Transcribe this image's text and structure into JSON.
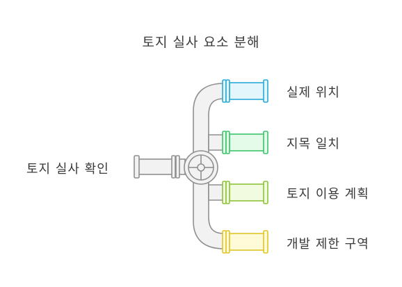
{
  "title": "토지 실사 요소 분해",
  "input": {
    "label": "토지 실사 확인"
  },
  "outputs": [
    {
      "label": "실제 위치",
      "color": "#29a8d6",
      "fill": "#e3f6fc"
    },
    {
      "label": "지목 일치",
      "color": "#3cc46a",
      "fill": "#e4fbea"
    },
    {
      "label": "토지 이용 계획",
      "color": "#8ec23a",
      "fill": "#f1fbdf"
    },
    {
      "label": "개발 제한 구역",
      "color": "#e2c428",
      "fill": "#fffbd8"
    }
  ],
  "pipe_color": "#8f8f8f",
  "pipe_fill": "#f2f2f2"
}
